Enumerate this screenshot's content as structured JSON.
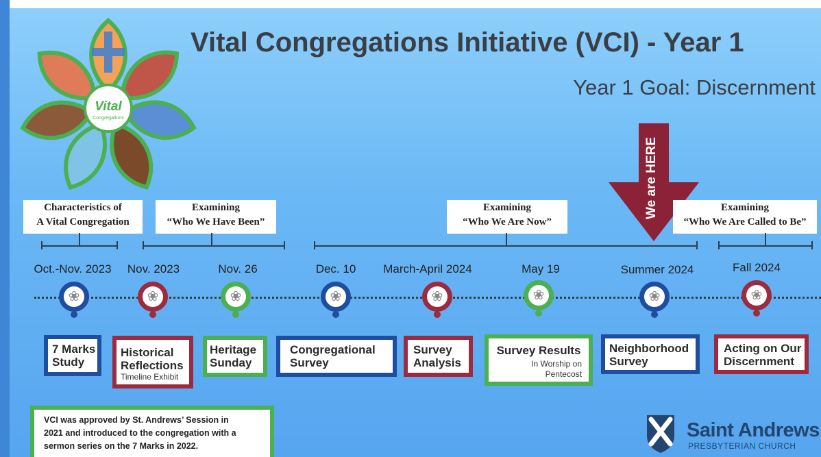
{
  "title": "Vital Congregations Initiative (VCI) - Year 1",
  "subtitle": "Year 1 Goal: Discernment",
  "logo_text": {
    "main": "Vital",
    "small": "Congregations"
  },
  "arrow_label": "We are HERE",
  "phases": [
    {
      "line1": "Characteristics of",
      "line2": "A Vital Congregation"
    },
    {
      "line1": "Examining",
      "line2": "“Who We Have Been”"
    },
    {
      "line1": "Examining",
      "line2": "“Who We Are Now”"
    },
    {
      "line1": "Examining",
      "line2": "“Who We Are Called to Be”"
    }
  ],
  "milestones": [
    {
      "date": "Oct.-Nov. 2023",
      "color": "blue",
      "label": [
        "7 Marks",
        "Study"
      ],
      "sub": []
    },
    {
      "date": "Nov. 2023",
      "color": "red",
      "label": [
        "Historical",
        "Reflections"
      ],
      "sub": [
        "Timeline Exhibit"
      ]
    },
    {
      "date": "Nov. 26",
      "color": "green",
      "label": [
        "Heritage",
        "Sunday"
      ],
      "sub": []
    },
    {
      "date": "Dec. 10",
      "color": "blue",
      "label": [
        "Congregational",
        "Survey"
      ],
      "sub": []
    },
    {
      "date": "March-April 2024",
      "color": "red",
      "label": [
        "Survey",
        "Analysis"
      ],
      "sub": []
    },
    {
      "date": "May 19",
      "color": "green",
      "label": [
        "Survey Results"
      ],
      "sub": [
        "In Worship on",
        "Pentecost"
      ]
    },
    {
      "date": "Summer 2024",
      "color": "blue",
      "label": [
        "Neighborhood",
        "Survey"
      ],
      "sub": []
    },
    {
      "date": "Fall 2024",
      "color": "red",
      "label": [
        "Acting on Our",
        "Discernment"
      ],
      "sub": []
    }
  ],
  "note": [
    "VCI was approved by St. Andrews’ Session in",
    "2021 and introduced to the congregation with a",
    "sermon series on the 7 Marks in 2022."
  ],
  "church": {
    "name": "Saint Andrews",
    "subname": "PRESBYTERIAN CHURCH"
  },
  "colors": {
    "blue": "#1f4e9e",
    "red": "#9e2a3f",
    "green": "#4caf50",
    "arrow": "#8b2237",
    "title": "#3b3e44"
  },
  "icons": {
    "pin_icon": "flower-icon"
  }
}
